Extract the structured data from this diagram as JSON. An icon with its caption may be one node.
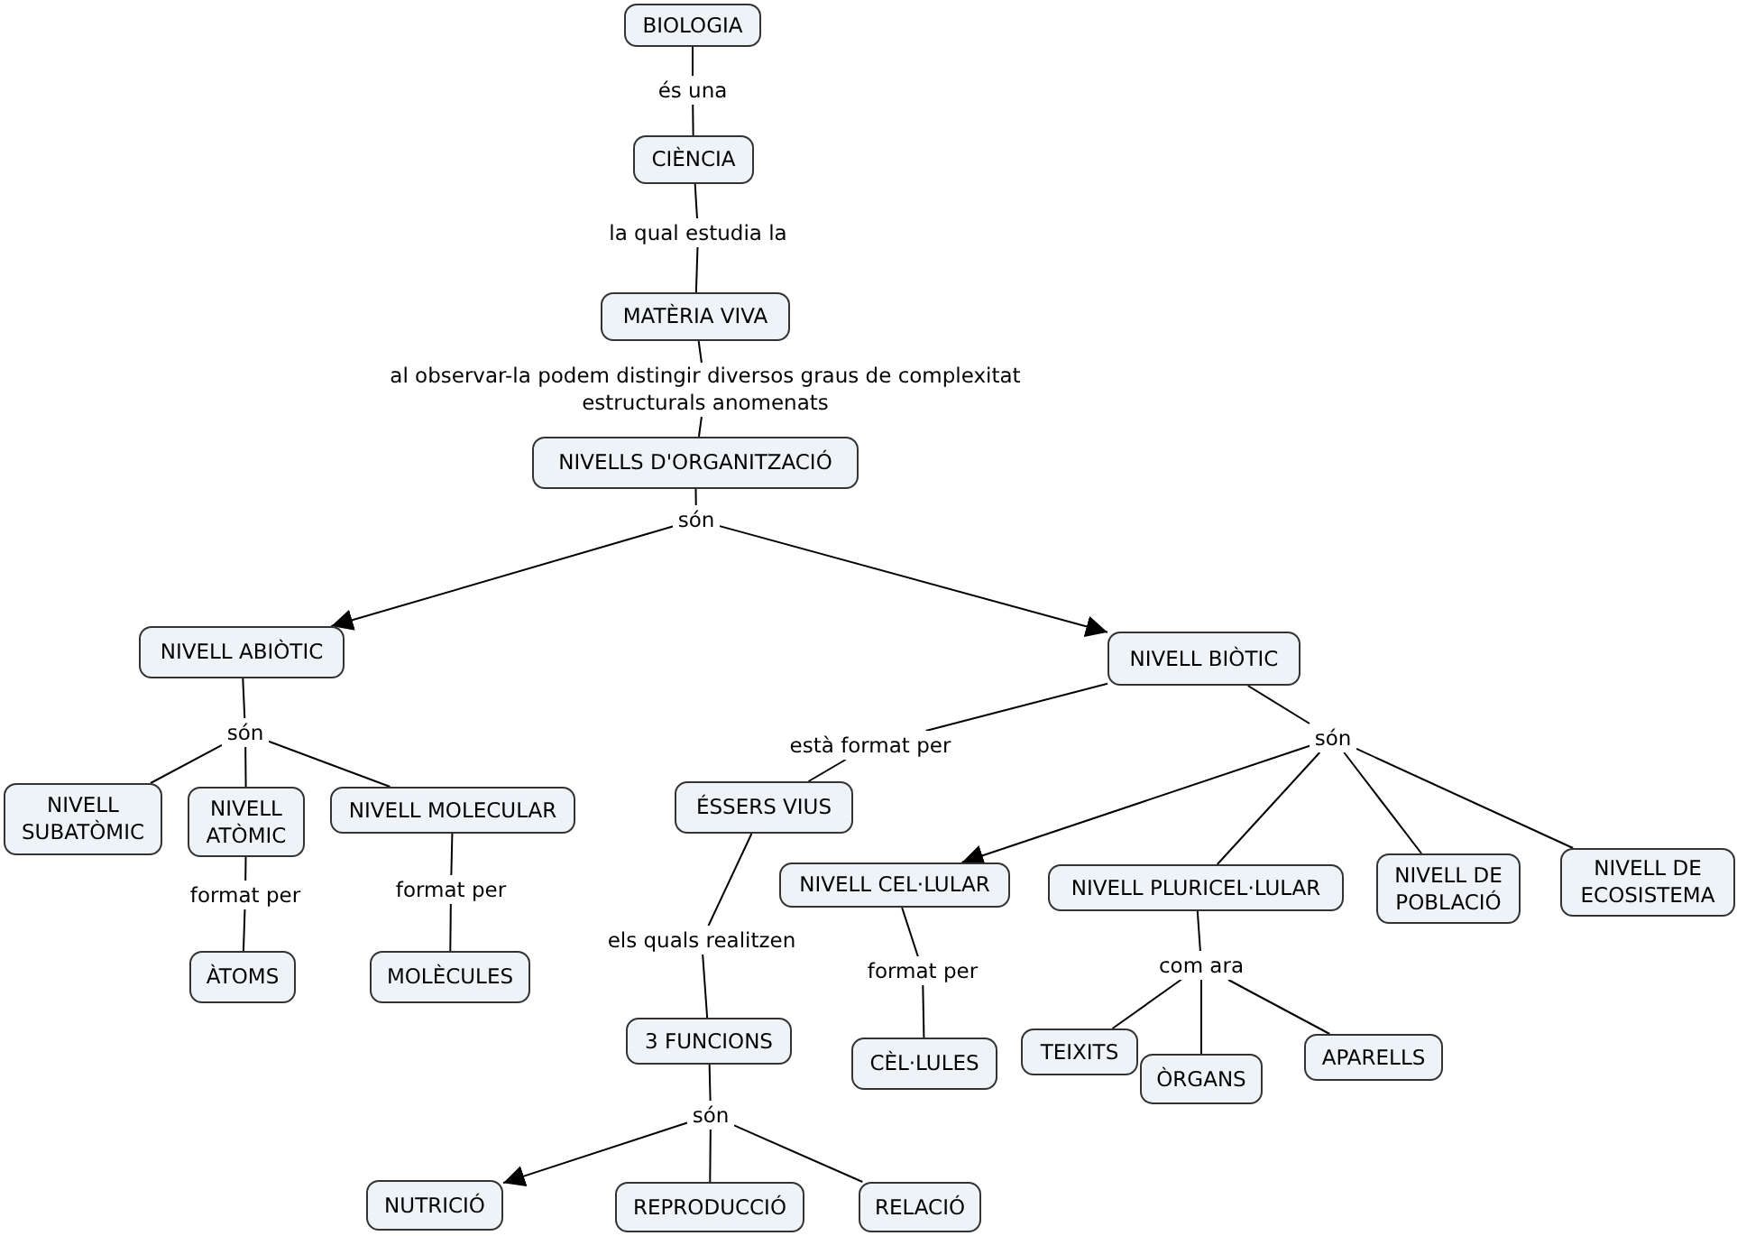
{
  "diagram": {
    "nodes": [
      {
        "text": [
          "BIOLOGIA"
        ]
      },
      {
        "text": [
          "és una"
        ]
      },
      {
        "text": [
          "CIÈNCIA"
        ]
      },
      {
        "text": [
          "la qual estudia la"
        ]
      },
      {
        "text": [
          "MATÈRIA VIVA"
        ]
      },
      {
        "text": [
          "al observar-la podem distingir diversos graus de complexitat estructurals anomenats"
        ]
      },
      {
        "text": [
          "NIVELLS D'ORGANITZACIÓ"
        ]
      },
      {
        "text": [
          "són"
        ]
      },
      {
        "text": [
          "NIVELL ABIÒTIC"
        ]
      },
      {
        "text": [
          "NIVELL BIÒTIC"
        ]
      },
      {
        "text": [
          "són"
        ]
      },
      {
        "text": [
          "està format per"
        ]
      },
      {
        "text": [
          "són"
        ]
      },
      {
        "text": [
          "NIVELL SUBATÒMIC"
        ]
      },
      {
        "text": [
          "NIVELL ATÒMIC"
        ]
      },
      {
        "text": [
          "NIVELL MOLECULAR"
        ]
      },
      {
        "text": [
          "ÉSSERS VIUS"
        ]
      },
      {
        "text": [
          "NIVELL CEL·LULAR"
        ]
      },
      {
        "text": [
          "NIVELL PLURICEL·LULAR"
        ]
      },
      {
        "text": [
          "NIVELL DE POBLACIÓ"
        ]
      },
      {
        "text": [
          "NIVELL DE ECOSISTEMA"
        ]
      },
      {
        "text": [
          "format per"
        ]
      },
      {
        "text": [
          "format per"
        ]
      },
      {
        "text": [
          "format per"
        ]
      },
      {
        "text": [
          "els quals realitzen"
        ]
      },
      {
        "text": [
          "com ara"
        ]
      },
      {
        "text": [
          "ÀTOMS"
        ]
      },
      {
        "text": [
          "MOLÈCULES"
        ]
      },
      {
        "text": [
          "3 FUNCIONS"
        ]
      },
      {
        "text": [
          "CÈL·LULES"
        ]
      },
      {
        "text": [
          "TEIXITS"
        ]
      },
      {
        "text": [
          "ÒRGANS"
        ]
      },
      {
        "text": [
          "APARELLS"
        ]
      },
      {
        "text": [
          "són"
        ]
      },
      {
        "text": [
          "NUTRICIÓ"
        ]
      },
      {
        "text": [
          "REPRODUCCIÓ"
        ]
      },
      {
        "text": [
          "RELACIÓ"
        ]
      }
    ],
    "edges": [
      {
        "from": 0,
        "to": 1,
        "arrow": "none"
      },
      {
        "from": 1,
        "to": 2,
        "arrow": "none"
      },
      {
        "from": 2,
        "to": 3,
        "arrow": "none"
      },
      {
        "from": 3,
        "to": 4,
        "arrow": "none"
      },
      {
        "from": 4,
        "to": 5,
        "arrow": "none"
      },
      {
        "from": 5,
        "to": 6,
        "arrow": "none"
      },
      {
        "from": 6,
        "to": 7,
        "arrow": "none"
      },
      {
        "from": 7,
        "to": 8,
        "arrow": "to"
      },
      {
        "from": 7,
        "to": 9,
        "arrow": "to"
      },
      {
        "from": 8,
        "to": 10,
        "arrow": "none"
      },
      {
        "from": 10,
        "to": 13,
        "arrow": "none"
      },
      {
        "from": 10,
        "to": 14,
        "arrow": "none"
      },
      {
        "from": 10,
        "to": 15,
        "arrow": "none"
      },
      {
        "from": 9,
        "to": 11,
        "arrow": "none"
      },
      {
        "from": 11,
        "to": 16,
        "arrow": "none"
      },
      {
        "from": 9,
        "to": 12,
        "arrow": "none"
      },
      {
        "from": 12,
        "to": 17,
        "arrow": "to"
      },
      {
        "from": 12,
        "to": 18,
        "arrow": "none"
      },
      {
        "from": 12,
        "to": 19,
        "arrow": "none"
      },
      {
        "from": 12,
        "to": 20,
        "arrow": "none"
      },
      {
        "from": 14,
        "to": 21,
        "arrow": "none"
      },
      {
        "from": 21,
        "to": 26,
        "arrow": "none"
      },
      {
        "from": 15,
        "to": 22,
        "arrow": "none"
      },
      {
        "from": 22,
        "to": 27,
        "arrow": "none"
      },
      {
        "from": 16,
        "to": 24,
        "arrow": "none"
      },
      {
        "from": 24,
        "to": 28,
        "arrow": "none"
      },
      {
        "from": 17,
        "to": 23,
        "arrow": "none"
      },
      {
        "from": 23,
        "to": 29,
        "arrow": "none"
      },
      {
        "from": 18,
        "to": 25,
        "arrow": "none"
      },
      {
        "from": 25,
        "to": 30,
        "arrow": "none"
      },
      {
        "from": 25,
        "to": 31,
        "arrow": "none"
      },
      {
        "from": 25,
        "to": 32,
        "arrow": "none"
      },
      {
        "from": 28,
        "to": 33,
        "arrow": "none"
      },
      {
        "from": 33,
        "to": 34,
        "arrow": "to"
      },
      {
        "from": 33,
        "to": 35,
        "arrow": "none"
      },
      {
        "from": 33,
        "to": 36,
        "arrow": "none"
      }
    ]
  }
}
